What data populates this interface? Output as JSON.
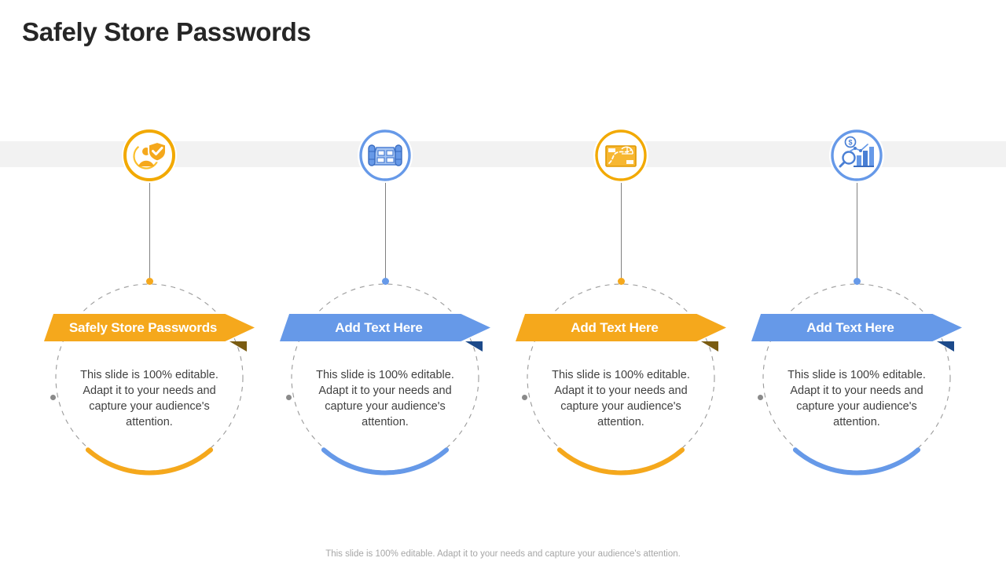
{
  "slide": {
    "title": "Safely Store Passwords",
    "footer_note": "This slide is 100% editable. Adapt it to your needs and capture your audience's attention.",
    "background_color": "#ffffff",
    "band_color": "#f2f2f2"
  },
  "palette": {
    "yellow": "#F5A81C",
    "yellow_ring": "#F2A900",
    "yellow_fold": "#7A5C12",
    "blue": "#6699E8",
    "blue_ring": "#6699E8",
    "blue_fold": "#1C4A8A",
    "dash_gray": "#9a9a9a",
    "connector_gray": "#808080",
    "side_dot_gray": "#8a8a8a",
    "title_color": "#262626",
    "body_color": "#404040",
    "footer_color": "#a6a6a6"
  },
  "columns": [
    {
      "icon": "user-shield-icon",
      "accent": "#F5A81C",
      "fold": "#7A5C12",
      "banner_label": "Safely Store Passwords",
      "body": "This slide is 100% editable. Adapt it to your needs and capture your audience's attention."
    },
    {
      "icon": "blueprint-plan-icon",
      "accent": "#6699E8",
      "fold": "#1C4A8A",
      "banner_label": "Add Text Here",
      "body": "This slide is 100% editable. Adapt it to your needs and capture your audience's attention."
    },
    {
      "icon": "route-map-icon",
      "accent": "#F5A81C",
      "fold": "#7A5C12",
      "banner_label": "Add Text Here",
      "body": "This slide is 100% editable. Adapt it to your needs and capture your audience's attention."
    },
    {
      "icon": "financial-analysis-icon",
      "accent": "#6699E8",
      "fold": "#1C4A8A",
      "banner_label": "Add Text Here",
      "body": "This slide is 100% editable. Adapt it to your needs and capture your audience's attention."
    }
  ]
}
